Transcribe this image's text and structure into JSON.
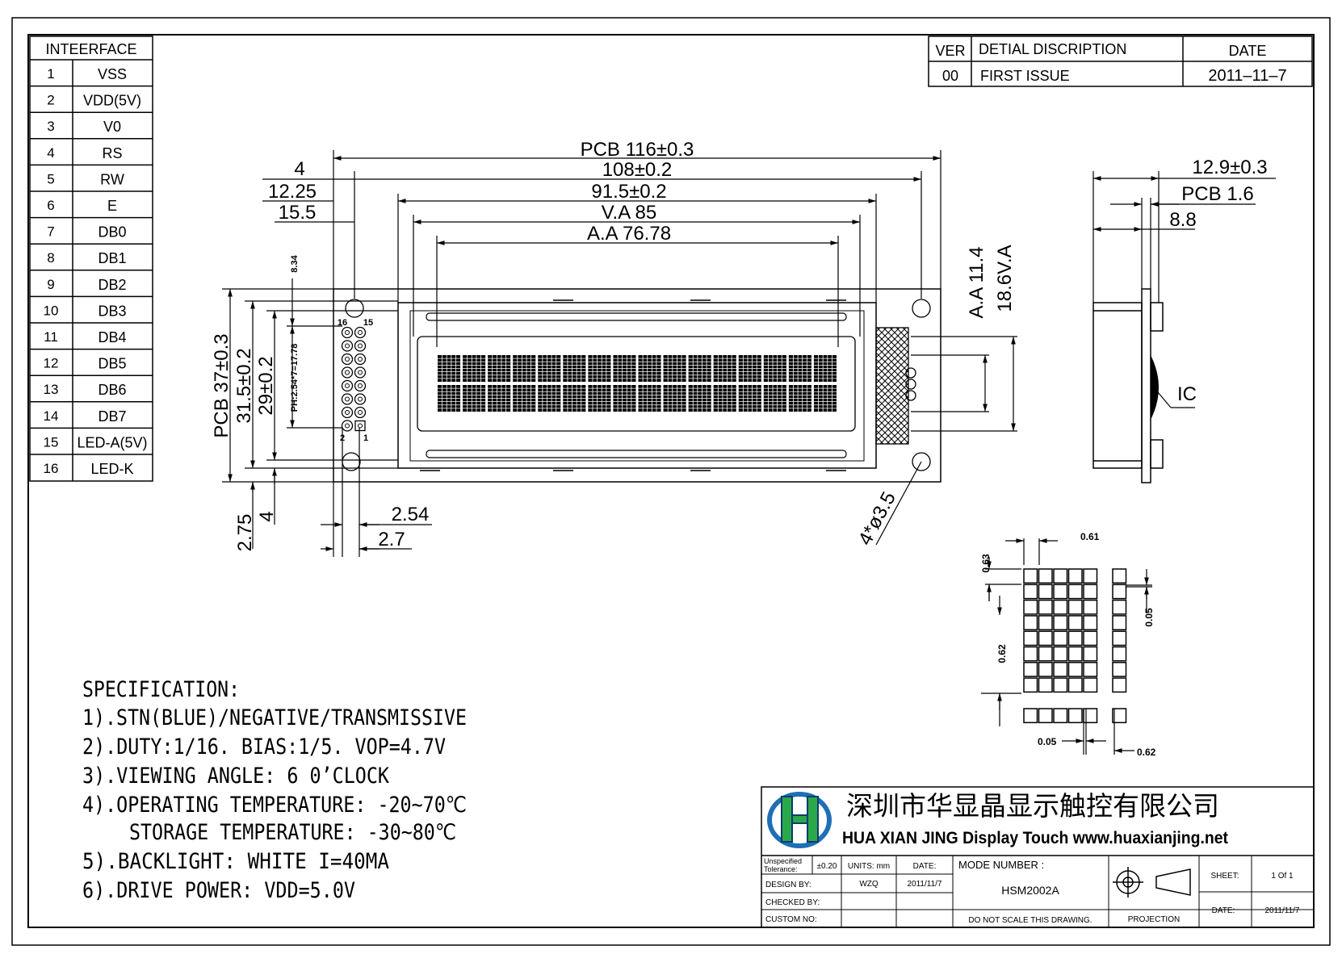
{
  "interface": {
    "title": "INTEERFACE",
    "pins": [
      {
        "no": "1",
        "name": "VSS"
      },
      {
        "no": "2",
        "name": "VDD(5V)"
      },
      {
        "no": "3",
        "name": "V0"
      },
      {
        "no": "4",
        "name": "RS"
      },
      {
        "no": "5",
        "name": "RW"
      },
      {
        "no": "6",
        "name": "E"
      },
      {
        "no": "7",
        "name": "DB0"
      },
      {
        "no": "8",
        "name": "DB1"
      },
      {
        "no": "9",
        "name": "DB2"
      },
      {
        "no": "10",
        "name": "DB3"
      },
      {
        "no": "11",
        "name": "DB4"
      },
      {
        "no": "12",
        "name": "DB5"
      },
      {
        "no": "13",
        "name": "DB6"
      },
      {
        "no": "14",
        "name": "DB7"
      },
      {
        "no": "15",
        "name": "LED-A(5V)"
      },
      {
        "no": "16",
        "name": "LED-K"
      }
    ]
  },
  "revision": {
    "h_ver": "VER",
    "h_desc": "DETIAL DISCRIPTION",
    "h_date": "DATE",
    "ver": "00",
    "desc": "FIRST ISSUE",
    "date": "2011–11–7"
  },
  "dims": {
    "pcb_w": "PCB  116±0.3",
    "d108": "108±0.2",
    "d91": "91.5±0.2",
    "va85": "V.A  85",
    "aa76": "A.A  76.78",
    "d4": "4",
    "d12": "12.25",
    "d15": "15.5",
    "pcb_h": "PCB  37±0.3",
    "d315": "31.5±0.2",
    "d29": "29±0.2",
    "d834": "8.34",
    "pitch": "PH:2.54*7=17.78",
    "d275": "2.75",
    "d4b": "4",
    "d254": "2.54",
    "d27": "2.7",
    "aa114": "A.A  11.4",
    "va186": "18.6V.A",
    "hole": "4*ø3.5",
    "d129": "12.9±0.3",
    "pcb16": "PCB  1.6",
    "d88": "8.8",
    "ic": "IC",
    "pin16": "16",
    "pin15": "15",
    "pin2": "2",
    "pin1": "1",
    "c061": "0.61",
    "c063": "0.63",
    "c005a": "0.05",
    "c062a": "0.62",
    "c005b": "0.05",
    "c062b": "0.62"
  },
  "spec": {
    "title": "SPECIFICATION:",
    "l1": "1).STN(BLUE)/NEGATIVE/TRANSMISSIVE",
    "l2": "2).DUTY:1/16.  BIAS:1/5.  VOP=4.7V",
    "l3": "3).VIEWING ANGLE: 6 0’CLOCK",
    "l4": "4).OPERATING TEMPERATURE: -20~70℃",
    "l4b": "STORAGE TEMPERATURE: -30~80℃",
    "l5": "5).BACKLIGHT: WHITE   I=40MA",
    "l6": "6).DRIVE POWER: VDD=5.0V"
  },
  "titleblock": {
    "company_cn": "深圳市华显晶显示触控有限公司",
    "company_en": "HUA XIAN JING Display Touch www.huaxianjing.net",
    "logo_letter": "H",
    "unspec": "Unspecified",
    "tolerance": "Tolerance:",
    "tol_val": "±0.20",
    "units": "UNITS: mm",
    "date_h": "DATE:",
    "mode_h": "MODE NUMBER :",
    "design": "DESIGN     BY:",
    "design_by": "WZQ",
    "design_date": "2011/11/7",
    "model": "HSM2002A",
    "checked": "CHECKED   BY:",
    "custom": "CUSTOM NO:",
    "noscale": "DO NOT SCALE THIS DRAWING.",
    "projection": "PROJECTION",
    "sheet_h": "SHEET:",
    "sheet": "1  Of  1",
    "date2_h": "DATE:",
    "date2": "2011/11/7"
  },
  "colors": {
    "logo_blue": "#1e6fb5",
    "logo_green": "#2aa84a"
  }
}
